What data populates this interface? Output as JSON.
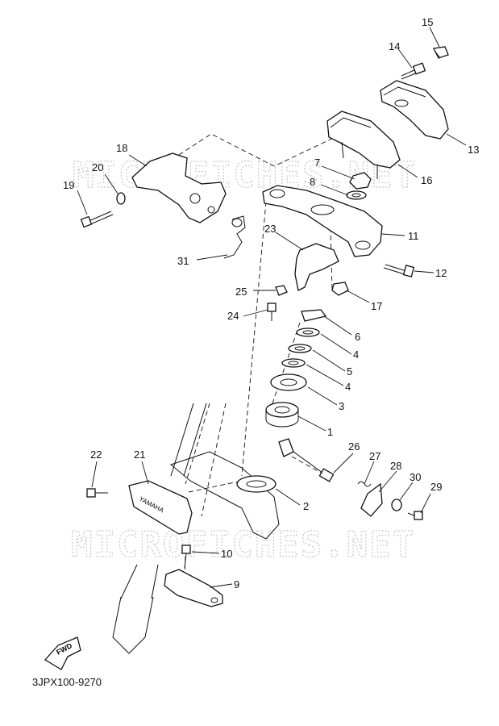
{
  "watermarks": [
    "MICROFICHES.NET",
    "MICROFICHES.NET"
  ],
  "drawing_ref": "3JPX100-9270",
  "fwd_label": "FWD",
  "brand_label": "YAMAHA",
  "callouts": {
    "c1": "1",
    "c2": "2",
    "c3": "3",
    "c4a": "4",
    "c4b": "4",
    "c5": "5",
    "c6": "6",
    "c7": "7",
    "c8": "8",
    "c9": "9",
    "c10": "10",
    "c11": "11",
    "c12": "12",
    "c13": "13",
    "c14": "14",
    "c15": "15",
    "c16": "16",
    "c17": "17",
    "c18": "18",
    "c19": "19",
    "c20": "20",
    "c21": "21",
    "c22": "22",
    "c23": "23",
    "c24": "24",
    "c25": "25",
    "c26": "26",
    "c27": "27",
    "c28": "28",
    "c29": "29",
    "c30": "30",
    "c31": "31"
  }
}
